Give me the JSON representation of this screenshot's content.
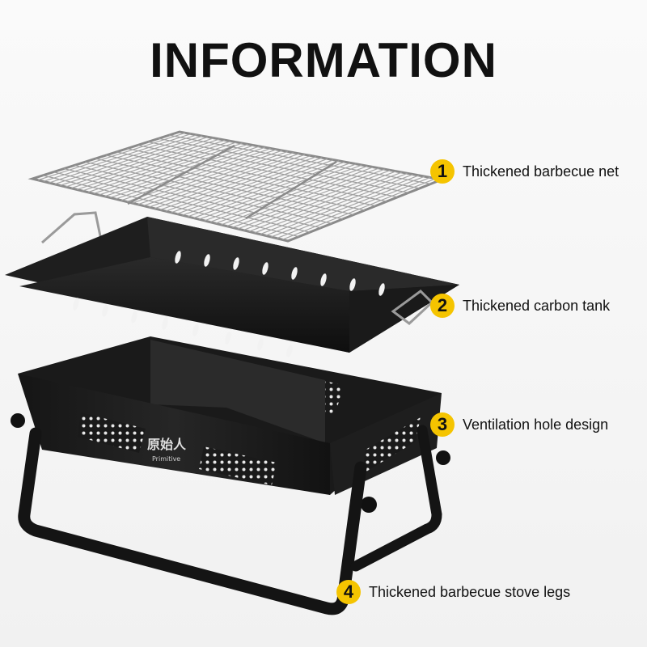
{
  "title": "INFORMATION",
  "brand": {
    "cn": "原始人",
    "en": "Primitive"
  },
  "callouts": [
    {
      "num": "1",
      "label": "Thickened barbecue net"
    },
    {
      "num": "2",
      "label": "Thickened carbon tank"
    },
    {
      "num": "3",
      "label": "Ventilation hole design"
    },
    {
      "num": "4",
      "label": "Thickened barbecue stove legs"
    }
  ],
  "colors": {
    "badge": "#f5c400",
    "metal": "#1c1c1c",
    "grill": "#9a9a9a"
  }
}
